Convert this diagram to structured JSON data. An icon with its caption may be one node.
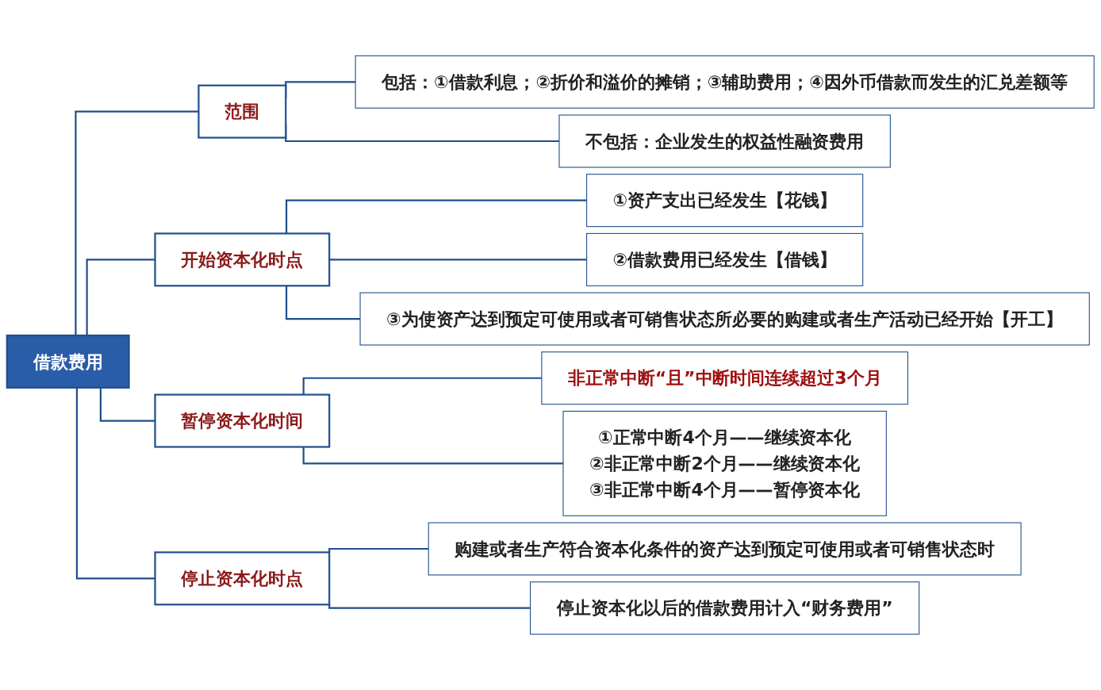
{
  "diagram": {
    "nodes": [
      {
        "text": [
          "借款费用"
        ]
      },
      {
        "text": [
          "范围"
        ]
      },
      {
        "text": [
          "包括：①借款利息；②折价和溢价的摊销；③辅助费用；④因外币借款而发生的汇兑差额等"
        ]
      },
      {
        "text": [
          "不包括：企业发生的权益性融资费用"
        ]
      },
      {
        "text": [
          "开始资本化时点"
        ]
      },
      {
        "text": [
          "①资产支出已经发生【花钱】"
        ]
      },
      {
        "text": [
          "②借款费用已经发生【借钱】"
        ]
      },
      {
        "text": [
          "③为使资产达到预定可使用或者可销售状态所必要的购建或者生产活动已经开始【开工】"
        ]
      },
      {
        "text": [
          "暂停资本化时间"
        ]
      },
      {
        "text": [
          "非正常中断“且”中断时间连续超过3个月"
        ]
      },
      {
        "text": [
          "①正常中断4个月——继续资本化",
          "②非正常中断2个月——继续资本化",
          "③非正常中断4个月——暂停资本化"
        ]
      },
      {
        "text": [
          "停止资本化时点"
        ]
      },
      {
        "text": [
          "购建或者生产符合资本化条件的资产达到预定可使用或者可销售状态时"
        ]
      },
      {
        "text": [
          "停止资本化以后的借款费用计入“财务费用”"
        ]
      }
    ],
    "edges": [
      {
        "from": 0,
        "to": 1,
        "arrow": "none"
      },
      {
        "from": 0,
        "to": 4,
        "arrow": "none"
      },
      {
        "from": 0,
        "to": 8,
        "arrow": "none"
      },
      {
        "from": 0,
        "to": 11,
        "arrow": "none"
      },
      {
        "from": 1,
        "to": 2,
        "arrow": "none"
      },
      {
        "from": 1,
        "to": 3,
        "arrow": "none"
      },
      {
        "from": 4,
        "to": 5,
        "arrow": "none"
      },
      {
        "from": 4,
        "to": 6,
        "arrow": "none"
      },
      {
        "from": 4,
        "to": 7,
        "arrow": "none"
      },
      {
        "from": 8,
        "to": 9,
        "arrow": "none"
      },
      {
        "from": 8,
        "to": 10,
        "arrow": "none"
      },
      {
        "from": 11,
        "to": 12,
        "arrow": "none"
      },
      {
        "from": 11,
        "to": 13,
        "arrow": "none"
      }
    ]
  }
}
